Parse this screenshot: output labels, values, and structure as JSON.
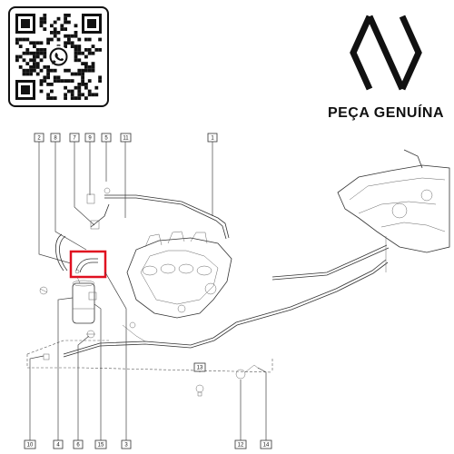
{
  "brand": {
    "name": "PEÇA GENUÍNA",
    "logo_icon": "renault-diamond-logo",
    "qr_icon": "qr-code-whatsapp-icon"
  },
  "callouts": {
    "top": [
      "2",
      "8",
      "7",
      "9",
      "5",
      "11",
      "1"
    ],
    "bottom_left": [
      "10",
      "4",
      "6",
      "15",
      "3"
    ],
    "bottom_right": [
      "12",
      "14"
    ]
  },
  "highlight_color": "#e01020"
}
